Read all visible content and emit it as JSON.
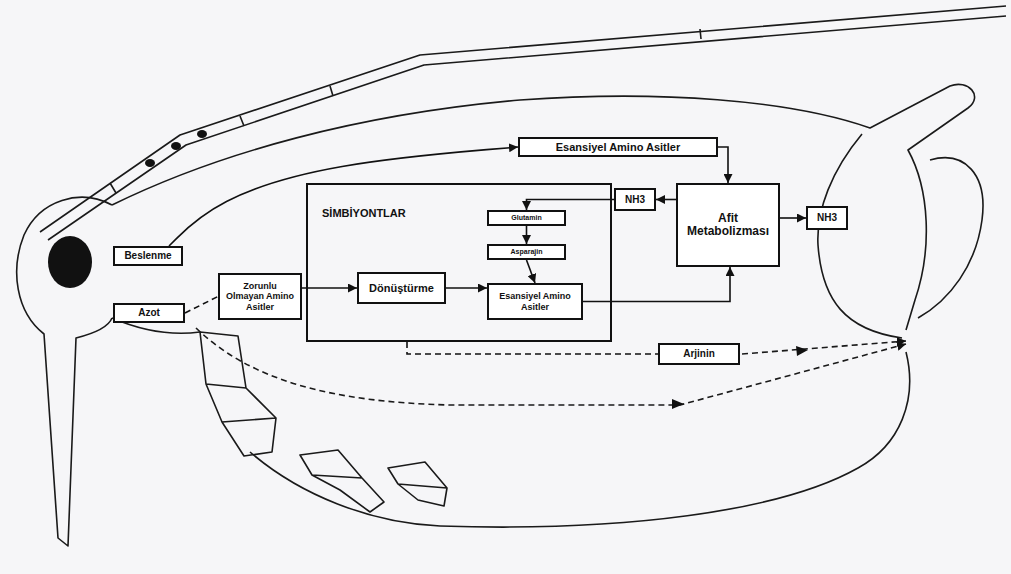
{
  "diagram": {
    "nodes": [
      {
        "text": [
          "Esansiyel Amino Asitler"
        ]
      },
      {
        "text": [
          "Beslenme"
        ]
      },
      {
        "text": [
          "SİMBİYONTLAR"
        ]
      },
      {
        "text": [
          "Glutamin"
        ],
        "in": 2
      },
      {
        "text": [
          "NH3"
        ]
      },
      {
        "text": [
          "Afit Metabolizması"
        ]
      },
      {
        "text": [
          "NH3"
        ]
      },
      {
        "text": [
          "Asparajin"
        ],
        "in": 2
      },
      {
        "text": [
          "Azot"
        ]
      },
      {
        "text": [
          "Zorunlu Olmayan Amino Asitler"
        ]
      },
      {
        "text": [
          "Dönüştürme"
        ],
        "in": 2
      },
      {
        "text": [
          "Esansiyel Amino Asitler"
        ],
        "in": 2
      },
      {
        "text": [
          "Arjinin"
        ]
      }
    ],
    "edges": [
      {
        "from": 1,
        "to": 0,
        "arrow": "to"
      },
      {
        "from": 0,
        "to": 5,
        "arrow": "to"
      },
      {
        "from": 8,
        "to": 9,
        "arrow": "none"
      },
      {
        "from": 9,
        "to": 10,
        "arrow": "to"
      },
      {
        "from": 10,
        "to": 11,
        "arrow": "to"
      },
      {
        "from": 4,
        "to": 3,
        "arrow": "to"
      },
      {
        "from": 3,
        "to": 7,
        "arrow": "to"
      },
      {
        "from": 7,
        "to": 11,
        "arrow": "to"
      },
      {
        "from": 5,
        "to": 4,
        "arrow": "to"
      },
      {
        "from": 5,
        "to": 6,
        "arrow": "to"
      },
      {
        "from": 11,
        "to": 5,
        "arrow": "to"
      },
      {
        "from": 2,
        "to": 12,
        "arrow": "none"
      }
    ]
  }
}
